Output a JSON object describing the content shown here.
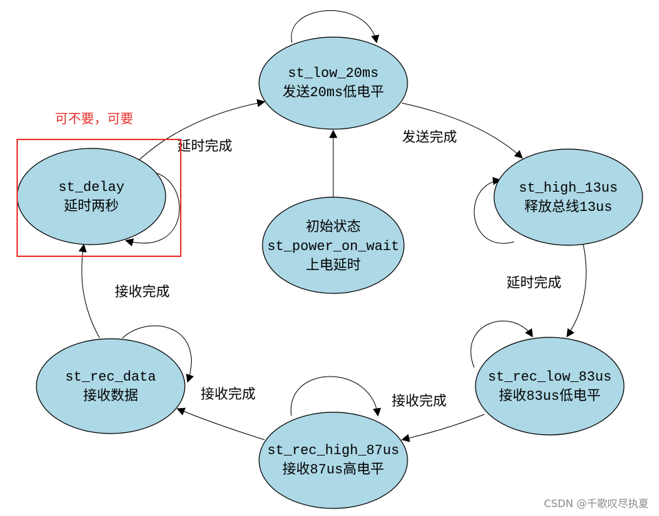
{
  "states": {
    "low20": {
      "line1": "st_low_20ms",
      "line2": "发送20ms低电平"
    },
    "high13": {
      "line1": "st_high_13us",
      "line2": "释放总线13us"
    },
    "reclow83": {
      "line1": "st_rec_low_83us",
      "line2": "接收83us低电平"
    },
    "rechigh87": {
      "line1": "st_rec_high_87us",
      "line2": "接收87us高电平"
    },
    "recdata": {
      "line1": "st_rec_data",
      "line2": "接收数据"
    },
    "delay": {
      "line1": "st_delay",
      "line2": "延时两秒"
    },
    "init": {
      "line1": "初始状态",
      "line2": "st_power_on_wait",
      "line3": "上电延时"
    }
  },
  "transitions": {
    "low20_to_high13": "发送完成",
    "high13_to_reclow83": "延时完成",
    "reclow83_to_rechigh87": "接收完成",
    "rechigh87_to_recdata": "接收完成",
    "recdata_to_delay": "接收完成",
    "delay_to_low20": "延时完成"
  },
  "annotation": {
    "text": "可不要，可要",
    "color": "#e8322e"
  },
  "watermark": {
    "text": "CSDN @千歌叹尽执夏",
    "color": "#8a8a8a"
  },
  "colors": {
    "state_fill": "#add8e6",
    "stroke": "#000000",
    "highlight_box": "#e8322e"
  }
}
